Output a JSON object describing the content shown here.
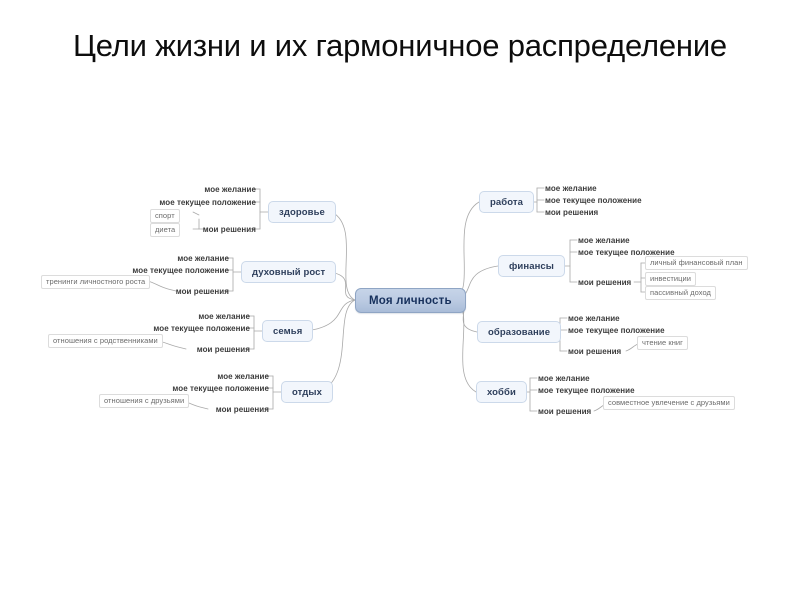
{
  "slide": {
    "title": "Цели жизни и их гармоничное распределение",
    "background_color": "#ffffff"
  },
  "colors": {
    "root_fill_top": "#c6d4e8",
    "root_fill_bottom": "#a9bcd8",
    "root_border": "#8fa5c4",
    "root_text": "#16305c",
    "branch_fill": "#f2f6fc",
    "branch_border": "#ccd9ea",
    "branch_text": "#2e3f5c",
    "sub_text": "#3b3b3b",
    "leaf_text": "#6b6b6b",
    "leaf_border": "#dcdcdc",
    "edge_stroke": "#a9a9a9",
    "title_text": "#0d0d0d"
  },
  "mindmap": {
    "root": {
      "label": "Моя личность"
    },
    "common_subitems": [
      "мое желание",
      "мое текущее положение",
      "мои решения"
    ],
    "branches": [
      {
        "id": "zdorovie",
        "label": "здоровье",
        "side": "left",
        "subitems": [
          "мое желание",
          "мое текущее положение",
          "мои решения"
        ],
        "leaves": [
          "спорт",
          "диета"
        ],
        "leaves_parent": "мои решения"
      },
      {
        "id": "duhovny-rost",
        "label": "духовный рост",
        "side": "left",
        "subitems": [
          "мое желание",
          "мое текущее положение",
          "мои решения"
        ],
        "leaves": [
          "тренинги личностного роста"
        ],
        "leaves_parent": "мои решения"
      },
      {
        "id": "semya",
        "label": "семья",
        "side": "left",
        "subitems": [
          "мое желание",
          "мое текущее положение",
          "мои решения"
        ],
        "leaves": [
          "отношения с родственниками"
        ],
        "leaves_parent": "мои решения"
      },
      {
        "id": "otdyh",
        "label": "отдых",
        "side": "left",
        "subitems": [
          "мое желание",
          "мое текущее положение",
          "мои решения"
        ],
        "leaves": [
          "отношения с друзьями"
        ],
        "leaves_parent": "мои решения"
      },
      {
        "id": "rabota",
        "label": "работа",
        "side": "right",
        "subitems": [
          "мое желание",
          "мое текущее положение",
          "мои решения"
        ],
        "leaves": [],
        "leaves_parent": null
      },
      {
        "id": "finansy",
        "label": "финансы",
        "side": "right",
        "subitems": [
          "мое желание",
          "мое текущее положение",
          "мои решения"
        ],
        "leaves": [
          "личный финансовый план",
          "инвестиции",
          "пассивный доход"
        ],
        "leaves_parent": "мои решения"
      },
      {
        "id": "obrazovanie",
        "label": "образование",
        "side": "right",
        "subitems": [
          "мое желание",
          "мое текущее положение",
          "мои решения"
        ],
        "leaves": [
          "чтение книг"
        ],
        "leaves_parent": "мои решения"
      },
      {
        "id": "hobbi",
        "label": "хобби",
        "side": "right",
        "subitems": [
          "мое желание",
          "мое текущее положение",
          "мои решения"
        ],
        "leaves": [
          "совместное увлечение с друзьями"
        ],
        "leaves_parent": "мои решения"
      }
    ]
  }
}
